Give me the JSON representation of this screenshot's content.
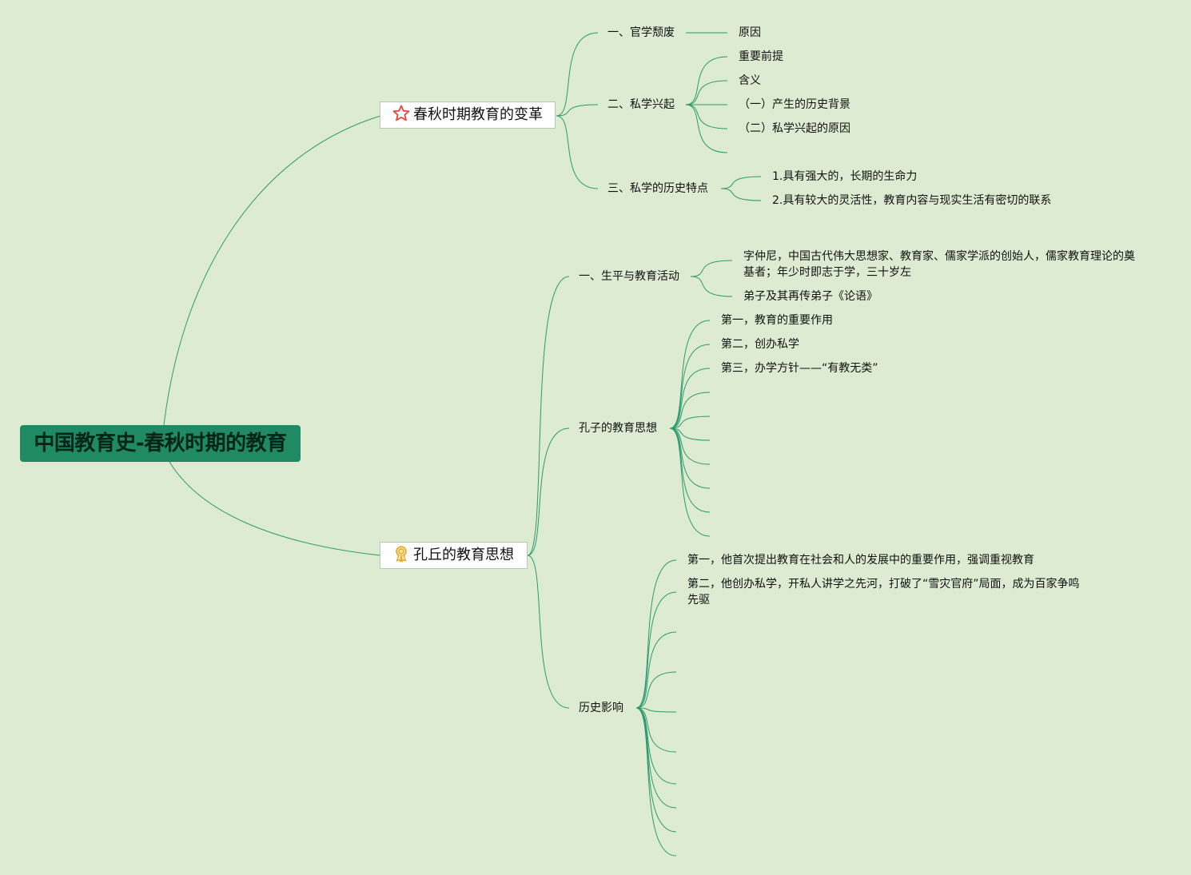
{
  "root": {
    "title": "中国教育史-春秋时期的教育"
  },
  "branches": [
    {
      "label": "春秋时期教育的变革",
      "icon": "star-icon",
      "children": [
        {
          "label": "一、官学颓废",
          "children": [
            "原因"
          ]
        },
        {
          "label": "二、私学兴起",
          "children": [
            "重要前提",
            "含义",
            "（一）产生的历史背景",
            "（二）私学兴起的原因",
            ""
          ]
        },
        {
          "label": "三、私学的历史特点",
          "children": [
            "1.具有强大的，长期的生命力",
            "2.具有较大的灵活性，教育内容与现实生活有密切的联系"
          ]
        }
      ]
    },
    {
      "label": "孔丘的教育思想",
      "icon": "medal-icon",
      "children": [
        {
          "label": "一、生平与教育活动",
          "children": [
            "字仲尼，中国古代伟大思想家、教育家、儒家学派的创始人，儒家教育理论的奠基者；年少时即志于学，三十岁左",
            "弟子及其再传弟子《论语》"
          ]
        },
        {
          "label": "孔子的教育思想",
          "children": [
            "第一，教育的重要作用",
            "第二，创办私学",
            "第三，办学方针——“有教无类”",
            "",
            "",
            "",
            "",
            "",
            "",
            ""
          ]
        },
        {
          "label": "历史影响",
          "children": [
            "第一，他首次提出教育在社会和人的发展中的重要作用，强调重视教育",
            "第二，他创办私学，开私人讲学之先河，打破了“雪灾官府”局面，成为百家争鸣先驱",
            "",
            "",
            "",
            "",
            "",
            "",
            "",
            ""
          ]
        }
      ]
    }
  ],
  "colors": {
    "background": "#dcebd2",
    "root_fill": "#1f8a63",
    "link": "#2e9a6c",
    "node_border": "#b9c8b2"
  }
}
